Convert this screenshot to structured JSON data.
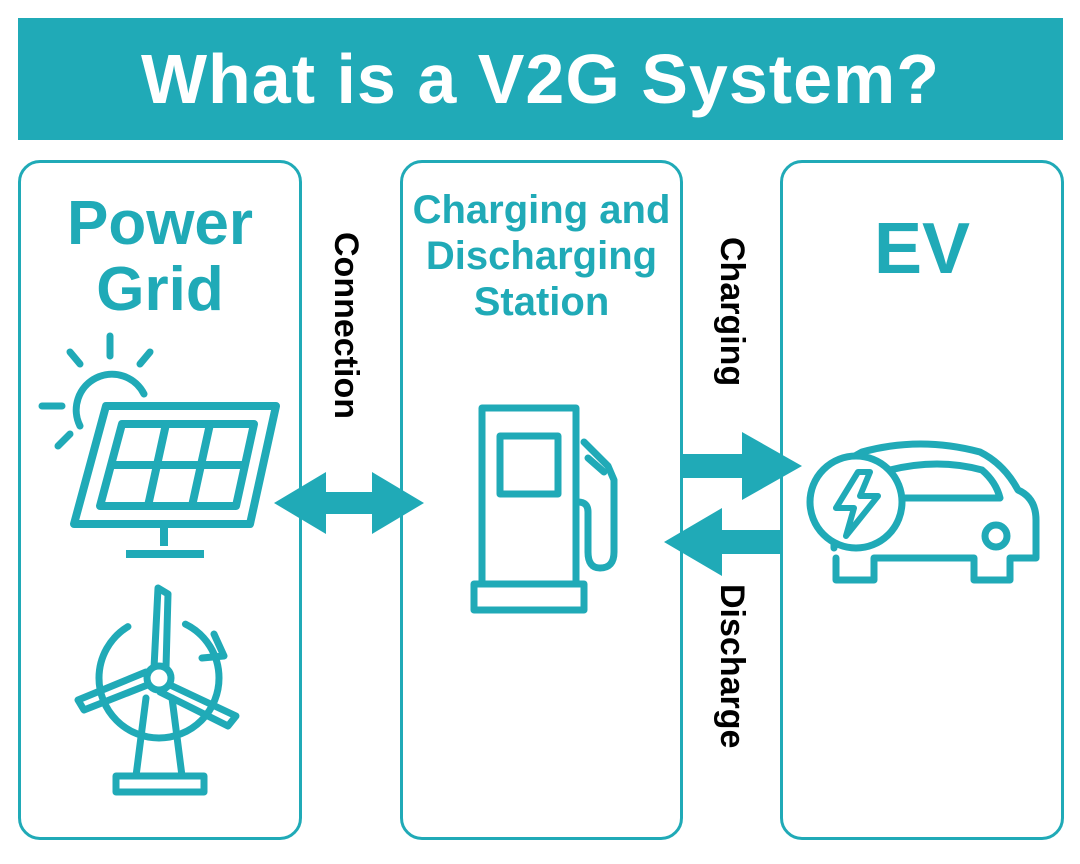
{
  "title": "What is a V2G System?",
  "panels": {
    "power_grid": "Power\nGrid",
    "station": "Charging and\nDischarging\nStation",
    "ev": "EV"
  },
  "labels": {
    "connection": "Connection",
    "charging": "Charging",
    "discharge": "Discharge"
  },
  "icons": [
    "solar-panel-icon",
    "sun-icon",
    "wind-turbine-icon",
    "fuel-pump-icon",
    "car-icon",
    "lightning-bolt-icon"
  ],
  "colors": {
    "accent": "#20aab7",
    "text": "#000000",
    "background": "#ffffff"
  }
}
